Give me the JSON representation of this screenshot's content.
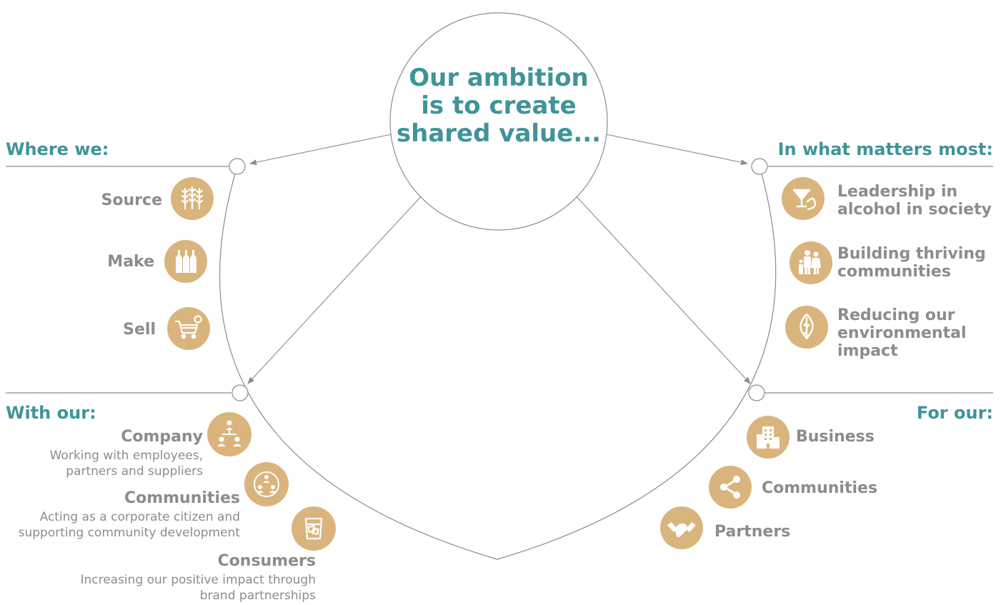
{
  "center": {
    "lines": [
      "Our ambition",
      "is to create",
      "shared value..."
    ]
  },
  "colors": {
    "accent": "#3f9499",
    "label": "#8c8c8c",
    "icon": "#d9b57d",
    "line": "#8c8c8c"
  },
  "where_we": {
    "heading": "Where we:",
    "items": [
      {
        "label": "Source",
        "icon": "wheat-icon"
      },
      {
        "label": "Make",
        "icon": "bottles-icon"
      },
      {
        "label": "Sell",
        "icon": "shopping-cart-icon"
      }
    ]
  },
  "matters_most": {
    "heading": "In what matters most:",
    "items": [
      {
        "label": "Leadership in alcohol in society",
        "lines": [
          "Leadership in",
          "alcohol in society"
        ],
        "icon": "cocktail-glass-icon"
      },
      {
        "label": "Building thriving communities",
        "lines": [
          "Building thriving",
          "communities"
        ],
        "icon": "family-icon"
      },
      {
        "label": "Reducing our environmental impact",
        "lines": [
          "Reducing our",
          "environmental",
          "impact"
        ],
        "icon": "leaf-icon"
      }
    ]
  },
  "with_our": {
    "heading": "With our:",
    "items": [
      {
        "label": "Company",
        "desc": [
          "Working with employees,",
          "partners and suppliers"
        ],
        "icon": "org-chart-icon"
      },
      {
        "label": "Communities",
        "desc": [
          "Acting as a corporate citizen and",
          "supporting community development"
        ],
        "icon": "people-circle-icon"
      },
      {
        "label": "Consumers",
        "desc": [
          "Increasing our positive impact through",
          "brand partnerships"
        ],
        "icon": "whisky-glass-icon"
      }
    ]
  },
  "for_our": {
    "heading": "For our:",
    "items": [
      {
        "label": "Business",
        "icon": "building-icon"
      },
      {
        "label": "Communities",
        "icon": "share-icon"
      },
      {
        "label": "Partners",
        "icon": "handshake-icon"
      }
    ]
  }
}
